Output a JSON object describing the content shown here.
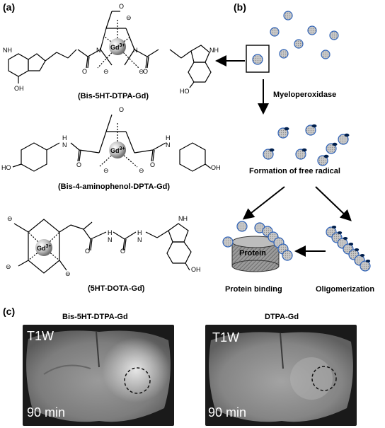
{
  "panels": {
    "a": {
      "label": "(a)",
      "structures": [
        {
          "name": "(Bis-5HT-DTPA-Gd)",
          "metal": "Gd",
          "charge": "3+",
          "substituent_label": "NH",
          "hydroxyl": "OH"
        },
        {
          "name": "(Bis-4-aminophenol-DPTA-Gd)",
          "metal": "Gd",
          "charge": "3+",
          "substituent_label": "N",
          "hydroxyl": "OH"
        },
        {
          "name": "(5HT-DOTA-Gd)",
          "metal": "Gd",
          "charge": "3+",
          "substituent_label": "NH",
          "hydroxyl": "OH"
        }
      ],
      "atom_labels": {
        "N": "N",
        "O": "O",
        "H": "H",
        "NH": "NH",
        "OH": "OH",
        "HO": "HO",
        "minus": "⊖"
      }
    },
    "b": {
      "label": "(b)",
      "enzyme": "Myeloperoxidase",
      "step1": "Formation of free radical",
      "protein": "Protein",
      "outcome_left": "Protein binding",
      "outcome_right": "Oligomerization"
    },
    "c": {
      "label": "(c)",
      "images": [
        {
          "title": "Bis-5HT-DTPA-Gd",
          "sequence": "T1W",
          "time": "90 min"
        },
        {
          "title": "DTPA-Gd",
          "sequence": "T1W",
          "time": "90 min"
        }
      ]
    }
  },
  "colors": {
    "sphere_fill": "#b5b5b5",
    "sphere_stroke": "#2f63b8",
    "radical": "#001f4d",
    "mri_bg": "#1a1a1a"
  }
}
